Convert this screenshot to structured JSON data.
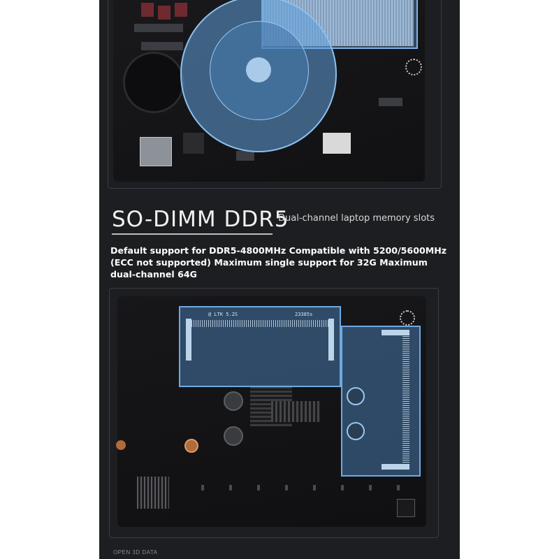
{
  "page": {
    "title": "SO-DIMM DDR5",
    "subtitle": "Dual-channel laptop memory slots",
    "description": "Default support for DDR5-4800MHz Compatible with 5200/5600MHz (ECC not supported) Maximum single support for 32G Maximum dual-channel 64G",
    "footer": "OPEN 3D DATA"
  },
  "board_labels": {
    "slot_marking": "@ LTK 5.2S",
    "slot_code": "23385s"
  },
  "colors": {
    "panel_background": "#1d1e21",
    "highlight_blue": "#6fa9e0",
    "title_text": "#f2f2f2"
  },
  "icons": {
    "fan": "cooling-fan-icon",
    "memory_slot": "memory-slot-icon"
  }
}
